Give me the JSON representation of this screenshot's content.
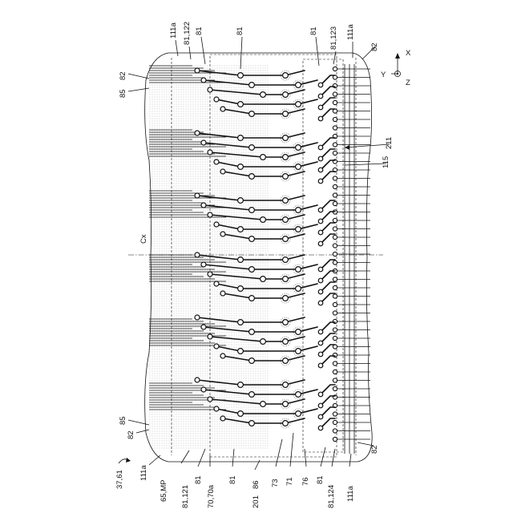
{
  "figure": {
    "label_37_61": "37,61",
    "label_cx": "Cx",
    "axes": {
      "x": "X",
      "y": "Y",
      "z": "Z"
    },
    "labels_top": [
      {
        "id": "t111a_l",
        "text": "111a"
      },
      {
        "id": "t81_122",
        "text": "81,122"
      },
      {
        "id": "t81_a",
        "text": "81"
      },
      {
        "id": "t81_b",
        "text": "81"
      },
      {
        "id": "t81_c",
        "text": "81"
      },
      {
        "id": "t81_123",
        "text": "81,123"
      },
      {
        "id": "t111a_r",
        "text": "111a"
      },
      {
        "id": "t82_r",
        "text": "82"
      },
      {
        "id": "t82_l",
        "text": "82"
      },
      {
        "id": "t85_l",
        "text": "85"
      }
    ],
    "labels_right": [
      {
        "id": "r211",
        "text": "211"
      },
      {
        "id": "r115",
        "text": "115"
      }
    ],
    "labels_bottom": [
      {
        "id": "b85",
        "text": "85"
      },
      {
        "id": "b82_l",
        "text": "82"
      },
      {
        "id": "b111a_l",
        "text": "111a"
      },
      {
        "id": "b65mp",
        "text": "65,MP"
      },
      {
        "id": "b81_121",
        "text": "81,121"
      },
      {
        "id": "b81_a",
        "text": "81"
      },
      {
        "id": "b7070a",
        "text": "70,70a"
      },
      {
        "id": "b81_b",
        "text": "81"
      },
      {
        "id": "b86",
        "text": "86"
      },
      {
        "id": "b201",
        "text": "201"
      },
      {
        "id": "b73",
        "text": "73"
      },
      {
        "id": "b71",
        "text": "71"
      },
      {
        "id": "b76",
        "text": "76"
      },
      {
        "id": "b81_c",
        "text": "81"
      },
      {
        "id": "b81_124",
        "text": "81,124"
      },
      {
        "id": "b111a_r",
        "text": "111a"
      },
      {
        "id": "b82_r",
        "text": "82"
      }
    ]
  }
}
